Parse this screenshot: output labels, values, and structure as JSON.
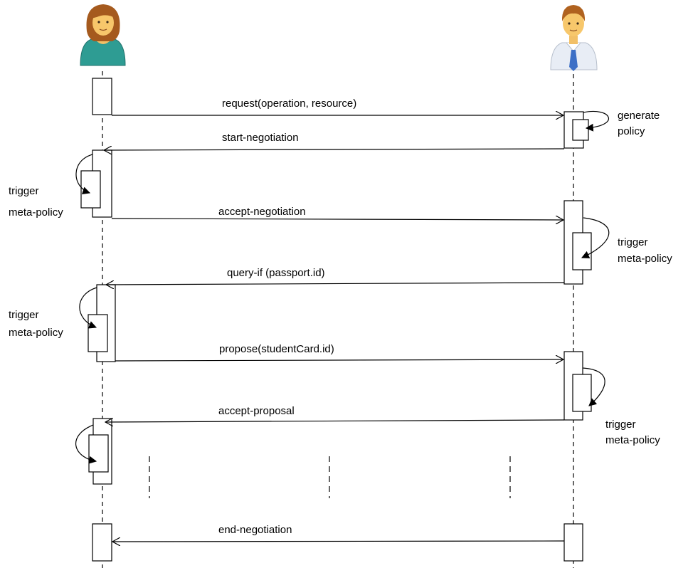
{
  "actors": {
    "left": {
      "name": "",
      "icon": "woman-avatar-icon",
      "colors": {
        "hair": "#a55a1e",
        "skin": "#f7c76b",
        "shirt": "#2e9c93"
      }
    },
    "right": {
      "name": "",
      "icon": "man-avatar-icon",
      "colors": {
        "hair": "#b0621f",
        "skin": "#f7c76b",
        "shirt": "#e8edf5",
        "tie": "#3c6fc6"
      }
    }
  },
  "messages": {
    "request": "request(operation, resource)",
    "start_negotiation": "start-negotiation",
    "accept_negotiation": "accept-negotiation",
    "query_if": "query-if (passport.id)",
    "propose": "propose(studentCard.id)",
    "accept_proposal": "accept-proposal",
    "end_negotiation": "end-negotiation"
  },
  "notes": {
    "generate_policy": [
      "generate",
      "policy"
    ],
    "trigger_meta_policy": [
      "trigger",
      "meta-policy"
    ]
  },
  "style": {
    "line_color": "#000000",
    "activation_fill": "#ffffff"
  }
}
